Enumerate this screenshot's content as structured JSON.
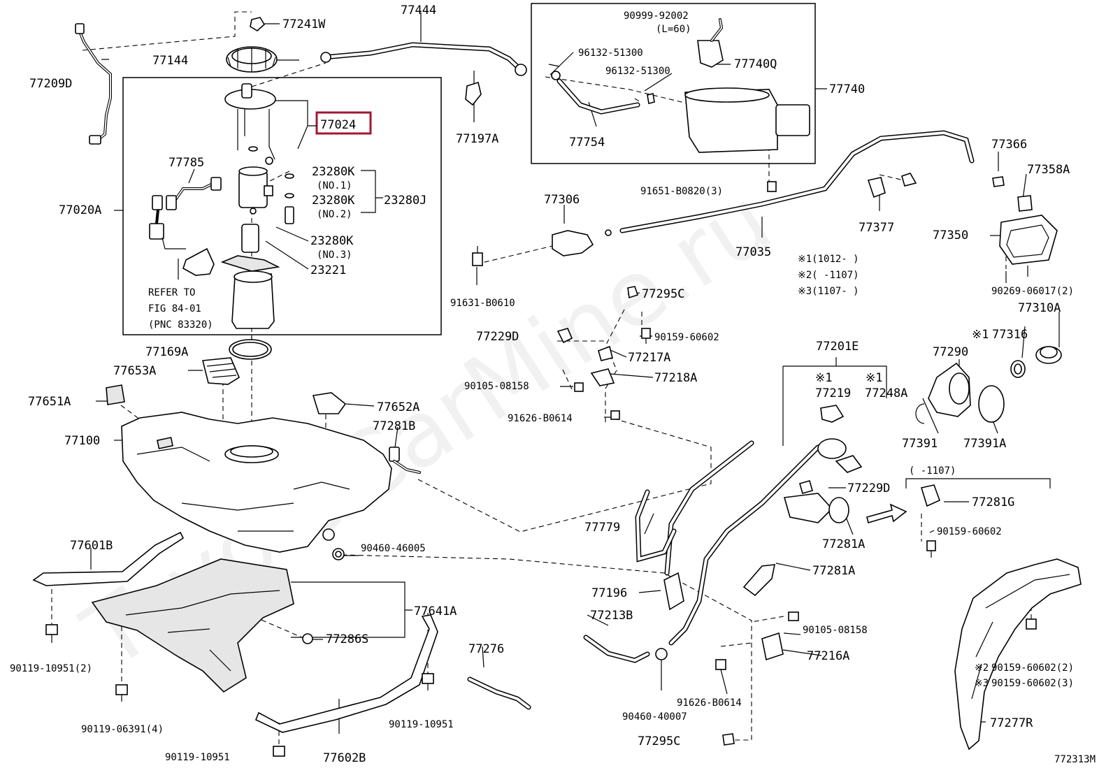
{
  "watermark": "ToyotaCarMine.ru",
  "diagram_code": "772313M",
  "highlighted_part": "77024",
  "refer_note": [
    "REFER TO",
    "FIG 84-01",
    "(PNC 83320)"
  ],
  "footnotes": [
    "※1(1012-    )",
    "※2(    -1107)",
    "※3(1107-    )"
  ],
  "variant_label": "(    -1107)",
  "parts": {
    "p77241W": "77241W",
    "p77444": "77444",
    "p90999": "90999-92002",
    "pL60": "(L=60)",
    "p77144": "77144",
    "p96132a": "96132-51300",
    "p96132b": "96132-51300",
    "p77740Q": "77740Q",
    "p77209D": "77209D",
    "p77740": "77740",
    "p77024": "77024",
    "p77197A": "77197A",
    "p77754": "77754",
    "p77785": "77785",
    "p23280Ka": "23280K",
    "pNO1": "(NO.1)",
    "p23280Kb": "23280K",
    "pNO2": "(NO.2)",
    "p23280J": "23280J",
    "p77020A": "77020A",
    "p23280Kc": "23280K",
    "pNO3": "(NO.3)",
    "p23221": "23221",
    "p91651": "91651-B0820(3)",
    "p77366": "77366",
    "p77358A": "77358A",
    "p77306": "77306",
    "p77377": "77377",
    "p77350": "77350",
    "p77035": "77035",
    "p91631": "91631-B0610",
    "p77295Ca": "77295C",
    "p90269": "90269-06017(2)",
    "p77310A": "77310A",
    "p77229Da": "77229D",
    "p90159a": "90159-60602",
    "p77169A": "77169A",
    "p77217A": "77217A",
    "p77201E": "77201E",
    "p77316": "77316",
    "p77290": "77290",
    "p77653A": "77653A",
    "p90105a": "90105-08158",
    "p77218A": "77218A",
    "p77219": "77219",
    "p77248A": "77248A",
    "p77651A": "77651A",
    "p77652A": "77652A",
    "p91626a": "91626-B0614",
    "p77281B": "77281B",
    "p77391": "77391",
    "p77391A": "77391A",
    "p77100": "77100",
    "p77229Db": "77229D",
    "p77281G": "77281G",
    "p77281Aa": "77281A",
    "p90159b": "90159-60602",
    "p77779": "77779",
    "p77601B": "77601B",
    "p90460a": "90460-46005",
    "p77281Ab": "77281A",
    "p77196": "77196",
    "p77641A": "77641A",
    "p77213B": "77213B",
    "p90105b": "90105-08158",
    "p77286S": "77286S",
    "p77276": "77276",
    "p77216A": "77216A",
    "p90159c": "90159-60602(2)",
    "p90159d": "90159-60602(3)",
    "p90119a": "90119-10951(2)",
    "p91626b": "91626-B0614",
    "p90460b": "90460-40007",
    "p90119b": "90119-06391(4)",
    "p90119c": "90119-10951",
    "p77277R": "77277R",
    "p77295Cb": "77295C",
    "p90119d": "90119-10951",
    "p77602B": "77602B"
  },
  "marks": {
    "m1": "※1",
    "m2": "※1",
    "m3": "※1",
    "m4": "※2",
    "m5": "※3"
  }
}
